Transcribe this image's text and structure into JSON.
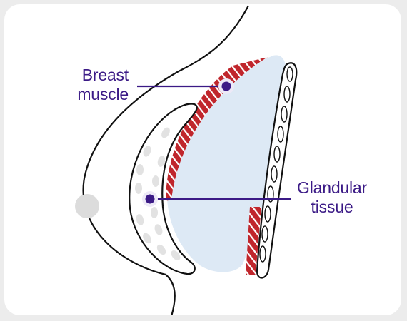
{
  "labels": {
    "breast_muscle": [
      "Breast",
      "muscle"
    ],
    "glandular_tissue": [
      "Glandular",
      "tissue"
    ]
  },
  "colors": {
    "label_text": "#3b1a86",
    "marker": "#3b1a86",
    "muscle": "#c0262c",
    "gland": "#dde9f5",
    "fat_dots": "#e2e2e2",
    "outline": "#111111"
  }
}
